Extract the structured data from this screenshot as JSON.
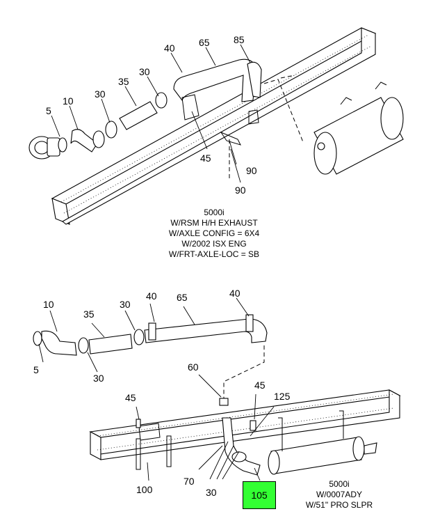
{
  "upper_assembly": {
    "callouts": [
      "5",
      "10",
      "30",
      "35",
      "30",
      "40",
      "65",
      "85",
      "45",
      "90",
      "90"
    ],
    "note": [
      "5000i",
      "W/RSM H/H EXHAUST",
      "W/AXLE CONFIG = 6X4",
      "W/2002 ISX ENG",
      "W/FRT-AXLE-LOC = SB"
    ]
  },
  "lower_assembly": {
    "callouts": [
      "10",
      "35",
      "30",
      "40",
      "65",
      "40",
      "5",
      "30",
      "60",
      "45",
      "45",
      "125",
      "70",
      "100",
      "30"
    ],
    "note": [
      "5000i",
      "W/0007ADY",
      "W/51\" PRO SLPR"
    ]
  },
  "highlight": {
    "label": "105",
    "color": "#33ff33"
  }
}
